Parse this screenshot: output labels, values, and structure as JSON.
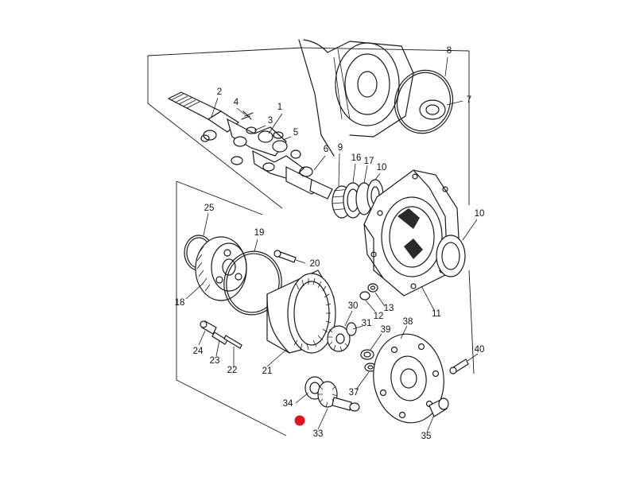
{
  "callouts": [
    {
      "id": "c1",
      "label": "1"
    },
    {
      "id": "c2",
      "label": "2"
    },
    {
      "id": "c3",
      "label": "3"
    },
    {
      "id": "c4",
      "label": "4"
    },
    {
      "id": "c5",
      "label": "5"
    },
    {
      "id": "c6",
      "label": "6"
    },
    {
      "id": "c7",
      "label": "7"
    },
    {
      "id": "c8",
      "label": "8"
    },
    {
      "id": "c9",
      "label": "9"
    },
    {
      "id": "c10a",
      "label": "10"
    },
    {
      "id": "c10b",
      "label": "10"
    },
    {
      "id": "c11",
      "label": "11"
    },
    {
      "id": "c12",
      "label": "12"
    },
    {
      "id": "c13",
      "label": "13"
    },
    {
      "id": "c16",
      "label": "16"
    },
    {
      "id": "c17",
      "label": "17"
    },
    {
      "id": "c18",
      "label": "18"
    },
    {
      "id": "c19",
      "label": "19"
    },
    {
      "id": "c20",
      "label": "20"
    },
    {
      "id": "c21",
      "label": "21"
    },
    {
      "id": "c22",
      "label": "22"
    },
    {
      "id": "c23",
      "label": "23"
    },
    {
      "id": "c24",
      "label": "24"
    },
    {
      "id": "c25",
      "label": "25"
    },
    {
      "id": "c30",
      "label": "30"
    },
    {
      "id": "c31",
      "label": "31"
    },
    {
      "id": "c33",
      "label": "33"
    },
    {
      "id": "c34",
      "label": "34"
    },
    {
      "id": "c35",
      "label": "35"
    },
    {
      "id": "c37",
      "label": "37"
    },
    {
      "id": "c38",
      "label": "38"
    },
    {
      "id": "c39",
      "label": "39"
    },
    {
      "id": "c40",
      "label": "40"
    }
  ],
  "highlight_marker": {
    "color": "#e0141e",
    "marks_part": "33"
  },
  "colors": {
    "ink": "#1a1a1a",
    "background": "#ffffff",
    "marker": "#e0141e"
  }
}
